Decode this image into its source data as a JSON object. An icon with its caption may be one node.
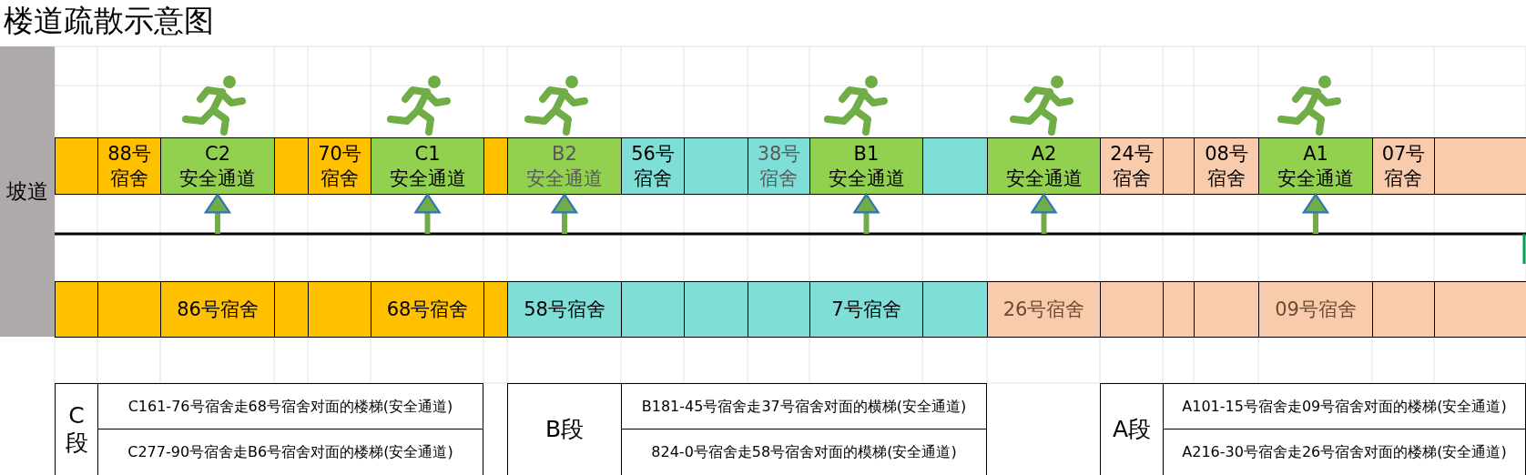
{
  "diagram": {
    "title": "楼道疏散示意图",
    "nodes": [
      {
        "text": [
          "坡道"
        ]
      },
      {
        "text": [],
        "shape": "box"
      },
      {
        "text": [
          "88号宿舍"
        ]
      },
      {
        "text": [
          "C2",
          "安全通道"
        ]
      },
      {
        "text": [],
        "shape": "box"
      },
      {
        "text": [
          "70号宿舍"
        ]
      },
      {
        "text": [
          "C1",
          "安全通道"
        ]
      },
      {
        "text": [],
        "shape": "box"
      },
      {
        "text": [
          "B2",
          "安全通道"
        ]
      },
      {
        "text": [
          "56号宿舍"
        ]
      },
      {
        "text": [],
        "shape": "box"
      },
      {
        "text": [
          "38号宿舍"
        ]
      },
      {
        "text": [
          "B1",
          "安全通道"
        ]
      },
      {
        "text": [],
        "shape": "box"
      },
      {
        "text": [
          "A2",
          "安全通道"
        ]
      },
      {
        "text": [
          "24号宿舍"
        ]
      },
      {
        "text": [],
        "shape": "box"
      },
      {
        "text": [
          "08号宿舍"
        ]
      },
      {
        "text": [
          "A1",
          "安全通道"
        ]
      },
      {
        "text": [
          "07号宿舍"
        ]
      },
      {
        "text": [],
        "shape": "box"
      },
      {
        "text": [],
        "shape": "box"
      },
      {
        "text": [],
        "shape": "box"
      },
      {
        "text": [
          "86号宿舍"
        ]
      },
      {
        "text": [],
        "shape": "box"
      },
      {
        "text": [],
        "shape": "box"
      },
      {
        "text": [
          "68号宿舍"
        ]
      },
      {
        "text": [],
        "shape": "box"
      },
      {
        "text": [
          "58号宿舍"
        ]
      },
      {
        "text": [],
        "shape": "box"
      },
      {
        "text": [],
        "shape": "box"
      },
      {
        "text": [],
        "shape": "box"
      },
      {
        "text": [
          "7号宿舍"
        ]
      },
      {
        "text": [],
        "shape": "box"
      },
      {
        "text": [
          "26号宿舍"
        ]
      },
      {
        "text": [],
        "shape": "box"
      },
      {
        "text": [],
        "shape": "box"
      },
      {
        "text": [],
        "shape": "box"
      },
      {
        "text": [
          "09号宿舍"
        ]
      },
      {
        "text": [],
        "shape": "box"
      },
      {
        "text": [],
        "shape": "box"
      },
      {
        "text": [
          "C段"
        ]
      },
      {
        "text": [
          "C161-76号宿舍走68号宿舍对面的楼梯(安全通道)"
        ]
      },
      {
        "text": [
          "C277-90号宿舍走B6号宿舍对面的楼梯(安全通道)"
        ]
      },
      {
        "text": [
          "B段"
        ]
      },
      {
        "text": [
          "B181-45号宿舍走37号宿舍对面的横梯(安全通道)"
        ]
      },
      {
        "text": [
          "824-0号宿舍走58号宿舍对面的模梯(安全通道)"
        ]
      },
      {
        "text": [
          "A段"
        ]
      },
      {
        "text": [
          "A101-15号宿舍走09号宿舍对面的楼梯(安全通道)"
        ]
      },
      {
        "text": [
          "A216-30号宿舍走26号宿舍对面的楼梯(安全通道)"
        ]
      }
    ],
    "edges": [
      {
        "from": null,
        "to": 3,
        "arrow": "to"
      },
      {
        "from": null,
        "to": 6,
        "arrow": "to"
      },
      {
        "from": null,
        "to": 8,
        "arrow": "to"
      },
      {
        "from": null,
        "to": 12,
        "arrow": "to"
      },
      {
        "from": null,
        "to": 14,
        "arrow": "to"
      },
      {
        "from": null,
        "to": 18,
        "arrow": "to"
      }
    ]
  }
}
